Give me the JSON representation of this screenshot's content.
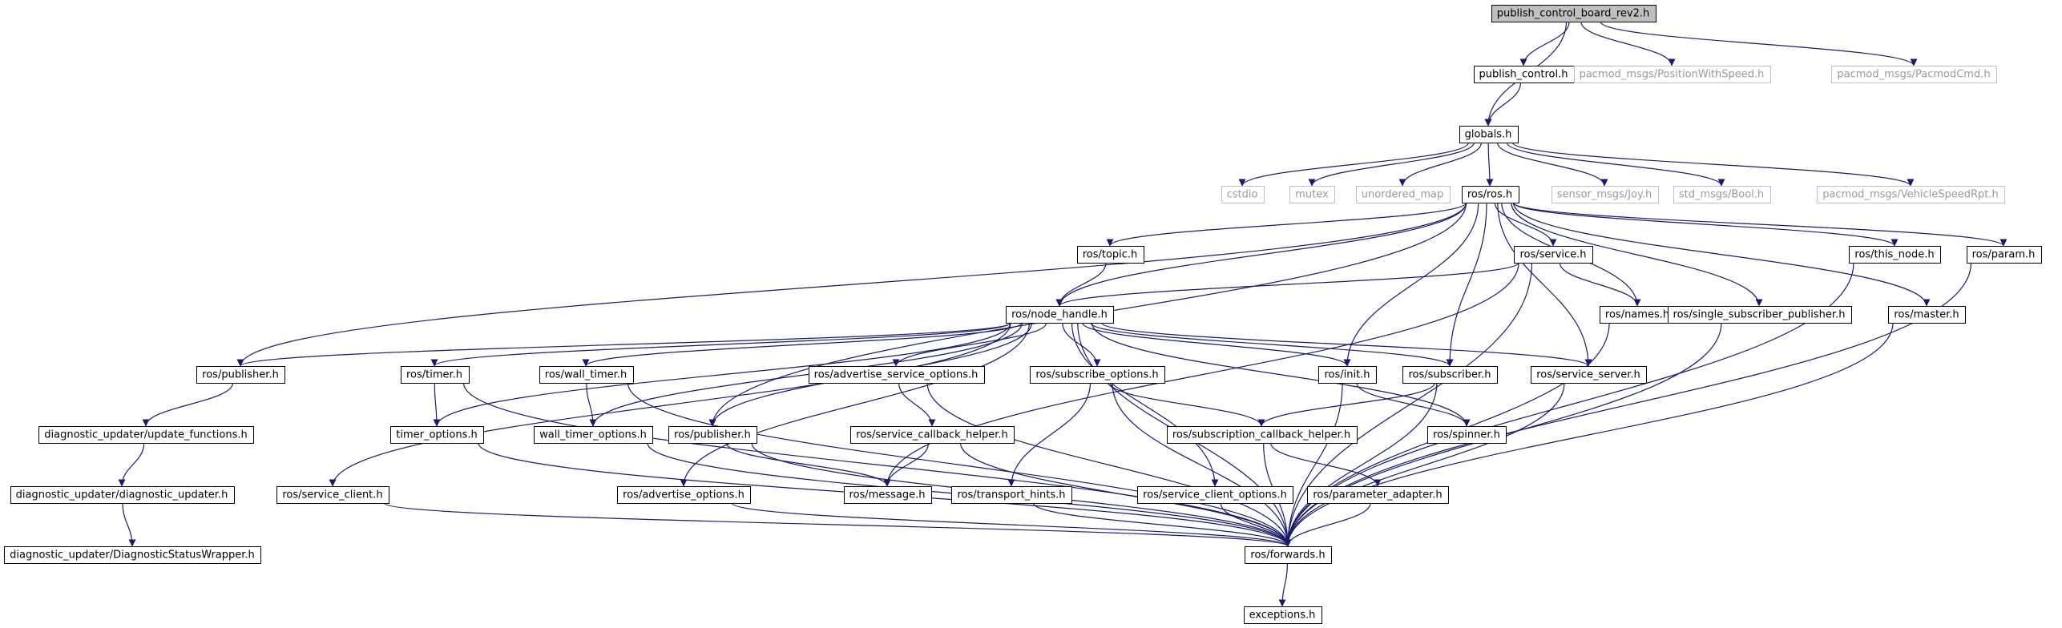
{
  "graph": {
    "nodes": [
      {
        "id": "root",
        "label": "publish_control_board_rev2.h",
        "kind": "root"
      },
      {
        "id": "publish_control",
        "label": "publish_control.h",
        "kind": "normal"
      },
      {
        "id": "pos_speed",
        "label": "pacmod_msgs/PositionWithSpeed.h",
        "kind": "external"
      },
      {
        "id": "pacmod_cmd",
        "label": "pacmod_msgs/PacmodCmd.h",
        "kind": "external"
      },
      {
        "id": "globals",
        "label": "globals.h",
        "kind": "normal"
      },
      {
        "id": "cstdio",
        "label": "cstdio",
        "kind": "external"
      },
      {
        "id": "mutex",
        "label": "mutex",
        "kind": "external"
      },
      {
        "id": "unordered_map",
        "label": "unordered_map",
        "kind": "external"
      },
      {
        "id": "ros",
        "label": "ros/ros.h",
        "kind": "normal"
      },
      {
        "id": "joy",
        "label": "sensor_msgs/Joy.h",
        "kind": "external"
      },
      {
        "id": "bool",
        "label": "std_msgs/Bool.h",
        "kind": "external"
      },
      {
        "id": "vspeed",
        "label": "pacmod_msgs/VehicleSpeedRpt.h",
        "kind": "external"
      },
      {
        "id": "topic",
        "label": "ros/topic.h",
        "kind": "normal"
      },
      {
        "id": "service",
        "label": "ros/service.h",
        "kind": "normal"
      },
      {
        "id": "this_node",
        "label": "ros/this_node.h",
        "kind": "normal"
      },
      {
        "id": "param",
        "label": "ros/param.h",
        "kind": "normal"
      },
      {
        "id": "node_handle",
        "label": "ros/node_handle.h",
        "kind": "normal"
      },
      {
        "id": "names",
        "label": "ros/names.h",
        "kind": "normal"
      },
      {
        "id": "ssp",
        "label": "ros/single_subscriber_publisher.h",
        "kind": "normal"
      },
      {
        "id": "master",
        "label": "ros/master.h",
        "kind": "normal"
      },
      {
        "id": "publisher_l",
        "label": "ros/publisher.h",
        "kind": "normal"
      },
      {
        "id": "timer",
        "label": "ros/timer.h",
        "kind": "normal"
      },
      {
        "id": "wall_timer",
        "label": "ros/wall_timer.h",
        "kind": "normal"
      },
      {
        "id": "aso",
        "label": "ros/advertise_service_options.h",
        "kind": "normal"
      },
      {
        "id": "sub_opts",
        "label": "ros/subscribe_options.h",
        "kind": "normal"
      },
      {
        "id": "init",
        "label": "ros/init.h",
        "kind": "normal"
      },
      {
        "id": "subscriber",
        "label": "ros/subscriber.h",
        "kind": "normal"
      },
      {
        "id": "service_server",
        "label": "ros/service_server.h",
        "kind": "normal"
      },
      {
        "id": "diag_uf",
        "label": "diagnostic_updater/update_functions.h",
        "kind": "normal"
      },
      {
        "id": "timer_options",
        "label": "timer_options.h",
        "kind": "normal"
      },
      {
        "id": "wall_timer_options",
        "label": "wall_timer_options.h",
        "kind": "normal"
      },
      {
        "id": "publisher_m",
        "label": "ros/publisher.h",
        "kind": "normal"
      },
      {
        "id": "sch",
        "label": "ros/service_callback_helper.h",
        "kind": "normal"
      },
      {
        "id": "subch",
        "label": "ros/subscription_callback_helper.h",
        "kind": "normal"
      },
      {
        "id": "spinner",
        "label": "ros/spinner.h",
        "kind": "normal"
      },
      {
        "id": "diag_du",
        "label": "diagnostic_updater/diagnostic_updater.h",
        "kind": "normal"
      },
      {
        "id": "service_client",
        "label": "ros/service_client.h",
        "kind": "normal"
      },
      {
        "id": "advertise_options",
        "label": "ros/advertise_options.h",
        "kind": "normal"
      },
      {
        "id": "message",
        "label": "ros/message.h",
        "kind": "normal"
      },
      {
        "id": "transport_hints",
        "label": "ros/transport_hints.h",
        "kind": "normal"
      },
      {
        "id": "sco",
        "label": "ros/service_client_options.h",
        "kind": "normal"
      },
      {
        "id": "param_adapter",
        "label": "ros/parameter_adapter.h",
        "kind": "normal"
      },
      {
        "id": "diag_dsw",
        "label": "diagnostic_updater/DiagnosticStatusWrapper.h",
        "kind": "normal"
      },
      {
        "id": "forwards",
        "label": "ros/forwards.h",
        "kind": "normal"
      },
      {
        "id": "exceptions",
        "label": "exceptions.h",
        "kind": "normal"
      }
    ],
    "edges": [
      [
        "root",
        "publish_control"
      ],
      [
        "root",
        "pos_speed"
      ],
      [
        "root",
        "pacmod_cmd"
      ],
      [
        "root",
        "globals"
      ],
      [
        "publish_control",
        "globals"
      ],
      [
        "globals",
        "cstdio"
      ],
      [
        "globals",
        "mutex"
      ],
      [
        "globals",
        "unordered_map"
      ],
      [
        "globals",
        "ros"
      ],
      [
        "globals",
        "joy"
      ],
      [
        "globals",
        "bool"
      ],
      [
        "globals",
        "vspeed"
      ],
      [
        "ros",
        "publisher_l"
      ],
      [
        "ros",
        "publisher_m"
      ],
      [
        "ros",
        "topic"
      ],
      [
        "ros",
        "node_handle"
      ],
      [
        "ros",
        "service"
      ],
      [
        "ros",
        "init"
      ],
      [
        "ros",
        "subscriber"
      ],
      [
        "ros",
        "names"
      ],
      [
        "ros",
        "service_server"
      ],
      [
        "ros",
        "ssp"
      ],
      [
        "ros",
        "master"
      ],
      [
        "ros",
        "this_node"
      ],
      [
        "ros",
        "param"
      ],
      [
        "topic",
        "node_handle"
      ],
      [
        "service",
        "node_handle"
      ],
      [
        "service",
        "names"
      ],
      [
        "service",
        "message"
      ],
      [
        "service",
        "forwards"
      ],
      [
        "this_node",
        "forwards"
      ],
      [
        "param",
        "forwards"
      ],
      [
        "names",
        "forwards"
      ],
      [
        "ssp",
        "forwards"
      ],
      [
        "master",
        "forwards"
      ],
      [
        "node_handle",
        "publisher_l"
      ],
      [
        "node_handle",
        "timer"
      ],
      [
        "node_handle",
        "timer_options"
      ],
      [
        "node_handle",
        "wall_timer"
      ],
      [
        "node_handle",
        "wall_timer_options"
      ],
      [
        "node_handle",
        "publisher_m"
      ],
      [
        "node_handle",
        "aso"
      ],
      [
        "node_handle",
        "sub_opts"
      ],
      [
        "node_handle",
        "init"
      ],
      [
        "node_handle",
        "subscriber"
      ],
      [
        "node_handle",
        "service_server"
      ],
      [
        "node_handle",
        "spinner"
      ],
      [
        "node_handle",
        "service_client"
      ],
      [
        "node_handle",
        "advertise_options"
      ],
      [
        "node_handle",
        "sco"
      ],
      [
        "node_handle",
        "forwards"
      ],
      [
        "publisher_l",
        "diag_uf"
      ],
      [
        "diag_uf",
        "diag_du"
      ],
      [
        "diag_du",
        "diag_dsw"
      ],
      [
        "timer",
        "timer_options"
      ],
      [
        "timer",
        "forwards"
      ],
      [
        "wall_timer",
        "wall_timer_options"
      ],
      [
        "wall_timer",
        "forwards"
      ],
      [
        "timer_options",
        "forwards"
      ],
      [
        "wall_timer_options",
        "forwards"
      ],
      [
        "publisher_m",
        "message"
      ],
      [
        "publisher_m",
        "forwards"
      ],
      [
        "aso",
        "sch"
      ],
      [
        "aso",
        "forwards"
      ],
      [
        "sch",
        "message"
      ],
      [
        "sch",
        "forwards"
      ],
      [
        "sub_opts",
        "transport_hints"
      ],
      [
        "sub_opts",
        "subch"
      ],
      [
        "sub_opts",
        "forwards"
      ],
      [
        "init",
        "spinner"
      ],
      [
        "init",
        "forwards"
      ],
      [
        "subscriber",
        "subch"
      ],
      [
        "subscriber",
        "forwards"
      ],
      [
        "service_server",
        "forwards"
      ],
      [
        "subch",
        "param_adapter"
      ],
      [
        "subch",
        "forwards"
      ],
      [
        "service_client",
        "forwards"
      ],
      [
        "advertise_options",
        "forwards"
      ],
      [
        "transport_hints",
        "forwards"
      ],
      [
        "sco",
        "forwards"
      ],
      [
        "param_adapter",
        "forwards"
      ],
      [
        "forwards",
        "exceptions"
      ]
    ]
  },
  "colors": {
    "edge": "#191970",
    "node_border": "#000000",
    "external_border": "#bfbfbf",
    "root_fill": "#bfbfbf",
    "external_text": "#9a9a9a"
  }
}
